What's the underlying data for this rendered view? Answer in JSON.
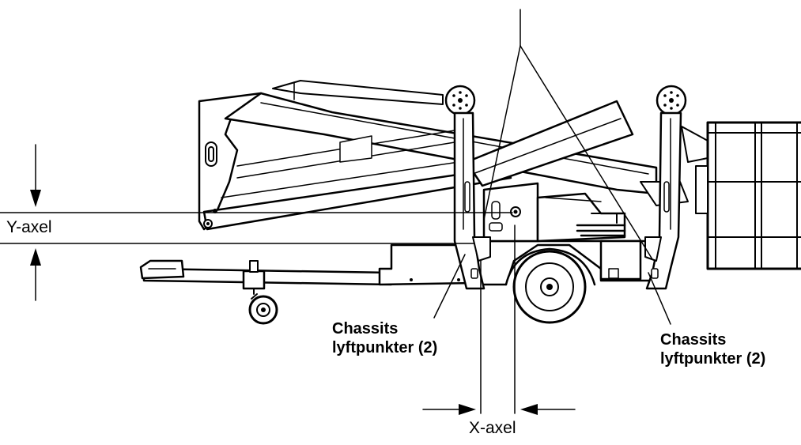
{
  "labels": {
    "y_axis": "Y-axel",
    "x_axis": "X-axel",
    "lift_points_left": {
      "line1": "Chassits",
      "line2": "lyftpunkter (2)"
    },
    "lift_points_right": {
      "line1": "Chassits",
      "line2": "lyftpunkter (2)"
    }
  },
  "colors": {
    "ink": "#000000",
    "paper": "#ffffff"
  }
}
